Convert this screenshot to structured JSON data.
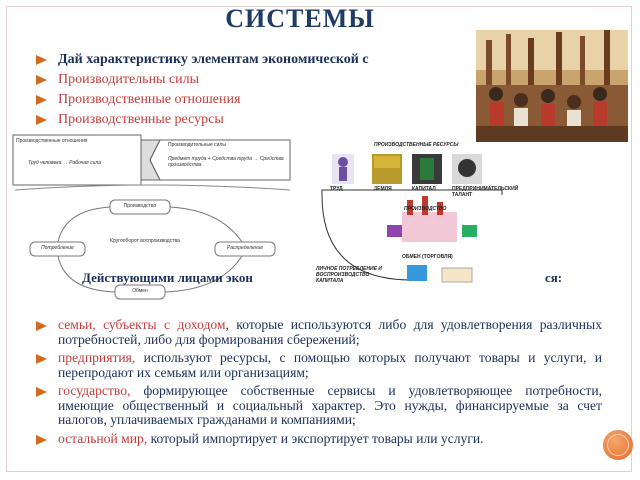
{
  "title": "СИСТЕМЫ",
  "top_bullets": [
    {
      "text": "Дай характеристику элементам экономической с",
      "style": "bold-blue"
    },
    {
      "text": "Производительны силы",
      "style": "red"
    },
    {
      "text": "Производственные отношения",
      "style": "red"
    },
    {
      "text": "Производственные ресурсы",
      "style": "red"
    }
  ],
  "left_diagram": {
    "box1_title": "Производственные отношения",
    "box1_sub": "Труд человека → Рабочая сила",
    "box2_title": "Производительные силы",
    "box2_sub": "Предмет труда + Средства труда → Средства производства",
    "cycle_top": "Производство",
    "cycle_left": "Потребление",
    "cycle_right": "Распределение",
    "cycle_bottom": "Обмен",
    "cycle_center": "Кругооборот воспроизводства"
  },
  "right_diagram": {
    "header": "ПРОИЗВОДСТВЕННЫЕ РЕСУРСЫ",
    "res1": "ТРУД",
    "res2": "ЗЕМЛЯ",
    "res3": "КАПИТАЛ",
    "res4": "ПРЕДПРИНИМАТЕЛЬСКИЙ ТАЛАНТ",
    "production": "ПРОИЗВОДСТВО",
    "exchange": "ОБМЕН (ТОРГОВЛЯ)",
    "consumption": "ЛИЧНОЕ ПОТРЕБЛЕНИЕ И ВОСПРОИЗВОДСТВО КАПИТАЛА"
  },
  "middle_line": {
    "start": "Действующими лицами экон",
    "end": "ся:"
  },
  "bottom_bullets": [
    {
      "term": "семьи, субъекты с доходом",
      "rest": ", которые используются либо для удовлетворения различных потребностей, либо для формирования сбережений;"
    },
    {
      "term": "предприятия,",
      "rest": " используют ресурсы, с помощью которых получают товары и услуги, и перепродают их семьям или организациям;"
    },
    {
      "term": "государство,",
      "rest": " формирующее собственные сервисы и удовлетворяющее потребности, имеющие общественный и социальный характер. Это нужды, финансируемые за счет налогов, уплачиваемых гражданами и компаниями;"
    },
    {
      "term": "остальной мир,",
      "rest": " который импортирует и экспортирует товары или услуги."
    }
  ],
  "colors": {
    "accent": "#d26b1f",
    "title": "#1f3b66",
    "term": "#c43c3c",
    "text": "#1c2f59"
  }
}
